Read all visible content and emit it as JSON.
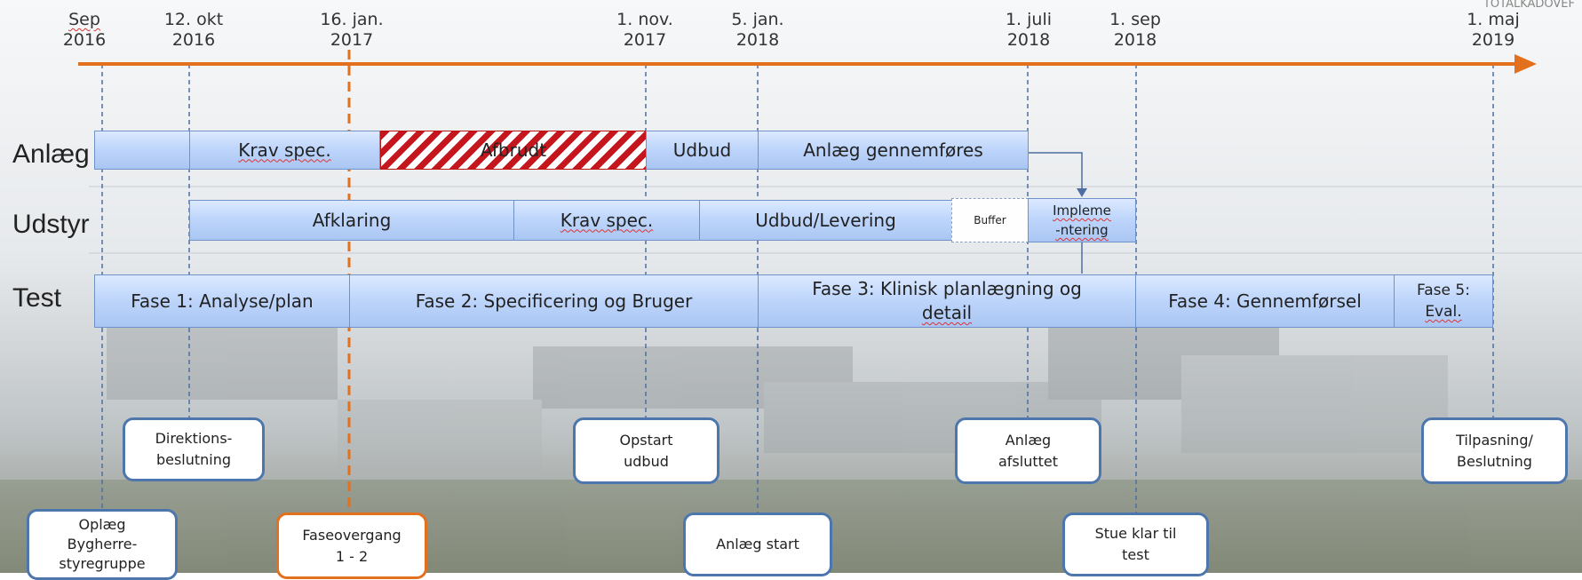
{
  "colors": {
    "accent": "#e3701c",
    "bar_blue": "#a9c6f3",
    "milestone_border": "#4d76ad",
    "hatch_red": "#c5161d"
  },
  "corner_text": "TOTALKADOVEF",
  "dates": [
    {
      "line1": "Sep",
      "line2": "2016"
    },
    {
      "line1": "12. okt",
      "line2": "2016"
    },
    {
      "line1": "16. jan.",
      "line2": "2017"
    },
    {
      "line1": "1. nov.",
      "line2": "2017"
    },
    {
      "line1": "5. jan.",
      "line2": "2018"
    },
    {
      "line1": "1. juli",
      "line2": "2018"
    },
    {
      "line1": "1. sep",
      "line2": "2018"
    },
    {
      "line1": "1. maj",
      "line2": "2019"
    }
  ],
  "rows": {
    "anlaeg": "Anlæg",
    "udstyr": "Udstyr",
    "test": "Test"
  },
  "anlaeg_bars": {
    "krav": "Krav spec.",
    "afbrudt": "Afbrudt",
    "udbud": "Udbud",
    "gennemfoeres": "Anlæg gennemføres"
  },
  "udstyr_bars": {
    "afklaring": "Afklaring",
    "krav": "Krav spec.",
    "udbud_levering": "Udbud/Levering",
    "buffer": "Buffer",
    "impl_1": "Impleme",
    "impl_2": "-ntering"
  },
  "test_bars": {
    "fase1": "Fase 1: Analyse/plan",
    "fase2": "Fase 2: Specificering og Bruger",
    "fase3_1": "Fase 3: Klinisk planlægning og",
    "fase3_2": "detail",
    "fase4": "Fase 4: Gennemførsel",
    "fase5_1": "Fase 5:",
    "fase5_2": "Eval."
  },
  "milestones": {
    "oplaeg": [
      "Oplæg",
      "Bygherre-",
      "styregruppe"
    ],
    "direktion": [
      "Direktions-",
      "beslutning"
    ],
    "faseovergang": [
      "Faseovergang",
      "1 - 2"
    ],
    "opstart": [
      "Opstart",
      "udbud"
    ],
    "anlaeg_start": [
      "Anlæg start"
    ],
    "anlaeg_afsluttet": [
      "Anlæg",
      "afsluttet"
    ],
    "stue": [
      "Stue klar til",
      "test"
    ],
    "tilpasning": [
      "Tilpasning/",
      "Beslutning"
    ]
  }
}
